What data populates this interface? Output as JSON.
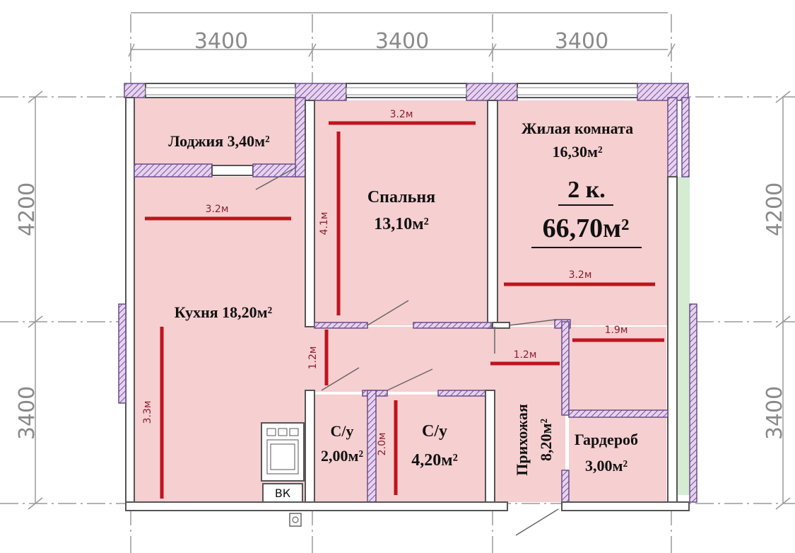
{
  "dimensions": {
    "top": [
      "3400",
      "3400",
      "3400"
    ],
    "left": [
      "4200",
      "3400"
    ],
    "right": [
      "4200",
      "3400"
    ]
  },
  "rooms": {
    "loggia": "Лоджия 3,40м²",
    "living_name": "Жилая комната",
    "living_area": "16,30м²",
    "summary_rooms": "2 к.",
    "summary_area": "66,70м²",
    "bedroom_name": "Спальня",
    "bedroom_area": "13,10м²",
    "kitchen": "Кухня 18,20м²",
    "wc1_name": "С/у",
    "wc1_area": "2,00м²",
    "wc2_name": "С/у",
    "wc2_area": "4,20м²",
    "hall_name": "Прихожая",
    "hall_area": "8,20м²",
    "wardrobe_name": "Гардероб",
    "wardrobe_area": "3,00м²"
  },
  "measurements": {
    "bedroom_width": "3.2м",
    "bedroom_height": "4.1м",
    "kitchen_top_width": "3.2м",
    "living_width": "3.2м",
    "kitchen_height": "3.3м",
    "corridor_height": "1.2м",
    "hall_width": "1.2м",
    "wardrobe_width": "1.9м",
    "wc2_height": "2.0м"
  },
  "fixtures": {
    "vent_label": "ВК"
  },
  "colors": {
    "room_fill": "#f6cfd0",
    "measure_line": "#c0141e",
    "wall_hatch": "#7a4f9a",
    "balcony_green": "#d3ecd2"
  }
}
